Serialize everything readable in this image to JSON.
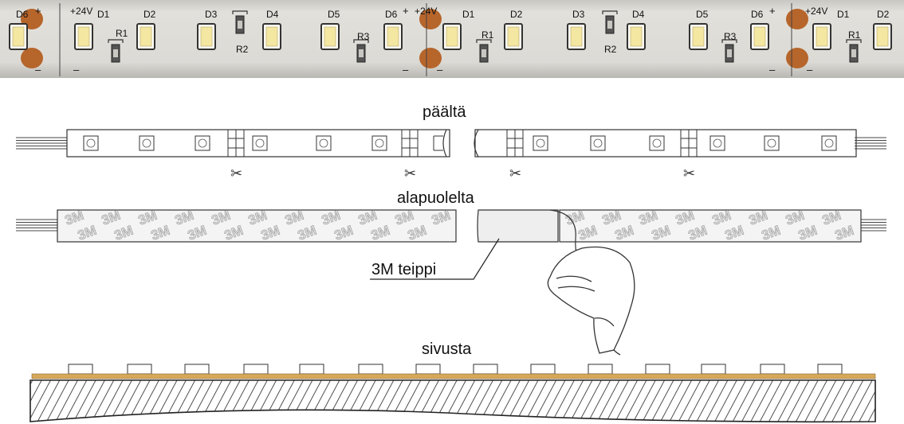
{
  "labels": {
    "top_view": "päältä",
    "bottom_view": "alapuolelta",
    "tape": "3M teippi",
    "side_view": "sivusta"
  },
  "photo": {
    "positive_mark": "+",
    "negative_mark": "–",
    "voltage_label": "+24V",
    "groups": [
      {
        "leds": [
          "D6",
          "D1",
          "D2",
          "D3",
          "D4",
          "D5",
          "D6"
        ],
        "resistors": [
          "R1",
          "R2",
          "R3"
        ]
      },
      {
        "leds": [
          "D1",
          "D2",
          "D3",
          "D4",
          "D5",
          "D6"
        ],
        "resistors": [
          "R1",
          "R2",
          "R3"
        ]
      },
      {
        "leds": [
          "D1",
          "D2"
        ],
        "resistors": [
          "R1"
        ]
      }
    ]
  },
  "tape_print": "3M",
  "colors": {
    "strip_base": "#d9d7d2",
    "led_yellow": "#f3e7a2",
    "solder_pad": "#b6652b",
    "copper_layer": "#d7a85a"
  },
  "icons": [
    "scissors-icon",
    "hand-icon",
    "wire-icon"
  ]
}
